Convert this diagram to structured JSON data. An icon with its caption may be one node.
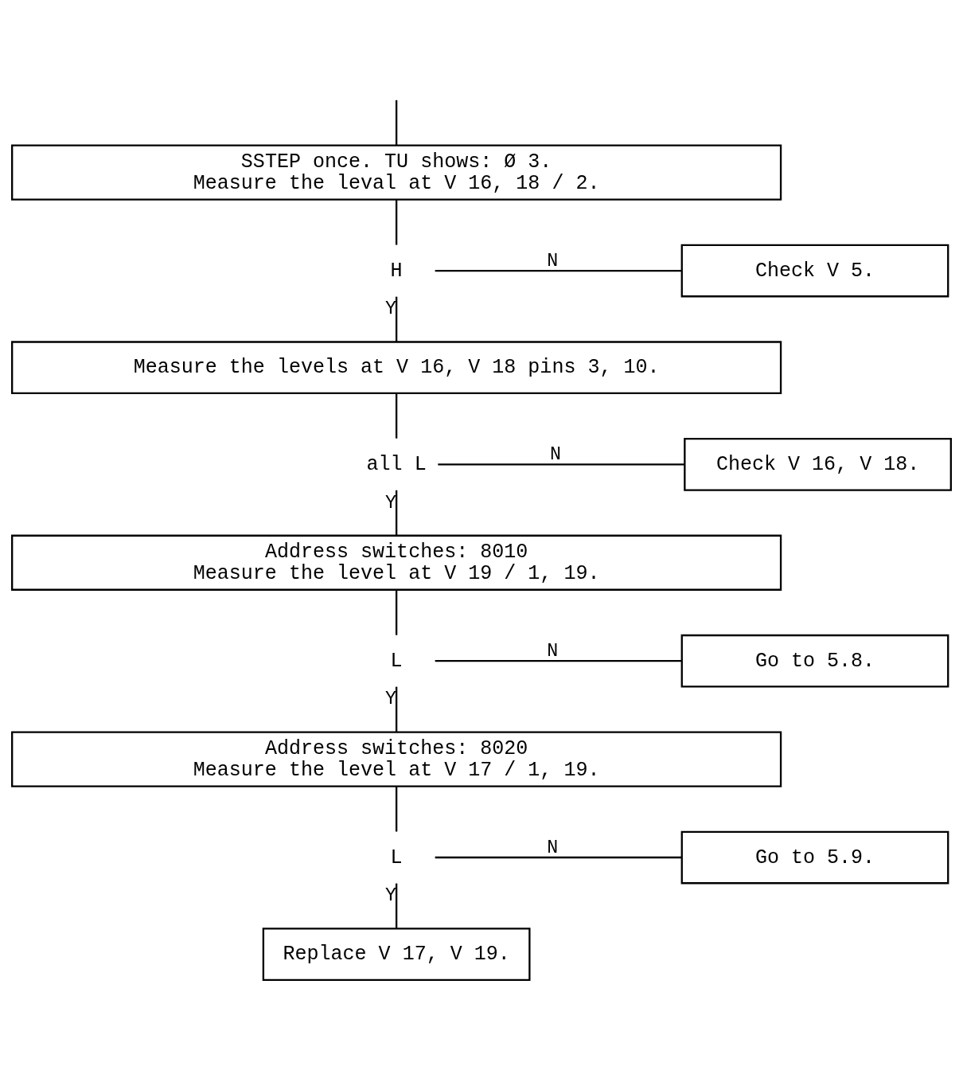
{
  "diagram": {
    "nodes": [
      {
        "text": [
          "SSTEP once. TU shows: Ø 3.",
          "Measure the leval at V 16, 18 / 2."
        ]
      },
      {
        "text": [
          "H"
        ]
      },
      {
        "text": [
          "Check V 5."
        ]
      },
      {
        "text": [
          "Measure the levels at V 16, V 18 pins 3, 10."
        ]
      },
      {
        "text": [
          "all L"
        ]
      },
      {
        "text": [
          "Check V 16, V 18."
        ]
      },
      {
        "text": [
          "Address switches: 8010",
          "Measure the level at V 19 / 1, 19."
        ]
      },
      {
        "text": [
          "L"
        ]
      },
      {
        "text": [
          "Go to 5.8."
        ]
      },
      {
        "text": [
          "Address switches: 8020",
          "Measure the level at V 17 / 1, 19."
        ]
      },
      {
        "text": [
          "L"
        ]
      },
      {
        "text": [
          "Go to 5.9."
        ]
      },
      {
        "text": [
          "Replace V 17, V 19."
        ]
      }
    ],
    "edges": [
      {
        "from": null,
        "to": 0,
        "arrow": "none"
      },
      {
        "from": 0,
        "to": 1,
        "arrow": "none"
      },
      {
        "from": 1,
        "to": 2,
        "arrow": "none",
        "label": "N"
      },
      {
        "from": 1,
        "to": 3,
        "arrow": "none",
        "label": "Y"
      },
      {
        "from": 3,
        "to": 4,
        "arrow": "none"
      },
      {
        "from": 4,
        "to": 5,
        "arrow": "none",
        "label": "N"
      },
      {
        "from": 4,
        "to": 6,
        "arrow": "none",
        "label": "Y"
      },
      {
        "from": 6,
        "to": 7,
        "arrow": "none"
      },
      {
        "from": 7,
        "to": 8,
        "arrow": "none",
        "label": "N"
      },
      {
        "from": 7,
        "to": 9,
        "arrow": "none",
        "label": "Y"
      },
      {
        "from": 9,
        "to": 10,
        "arrow": "none"
      },
      {
        "from": 10,
        "to": 11,
        "arrow": "none",
        "label": "N"
      },
      {
        "from": 10,
        "to": 12,
        "arrow": "none",
        "label": "Y"
      }
    ]
  }
}
